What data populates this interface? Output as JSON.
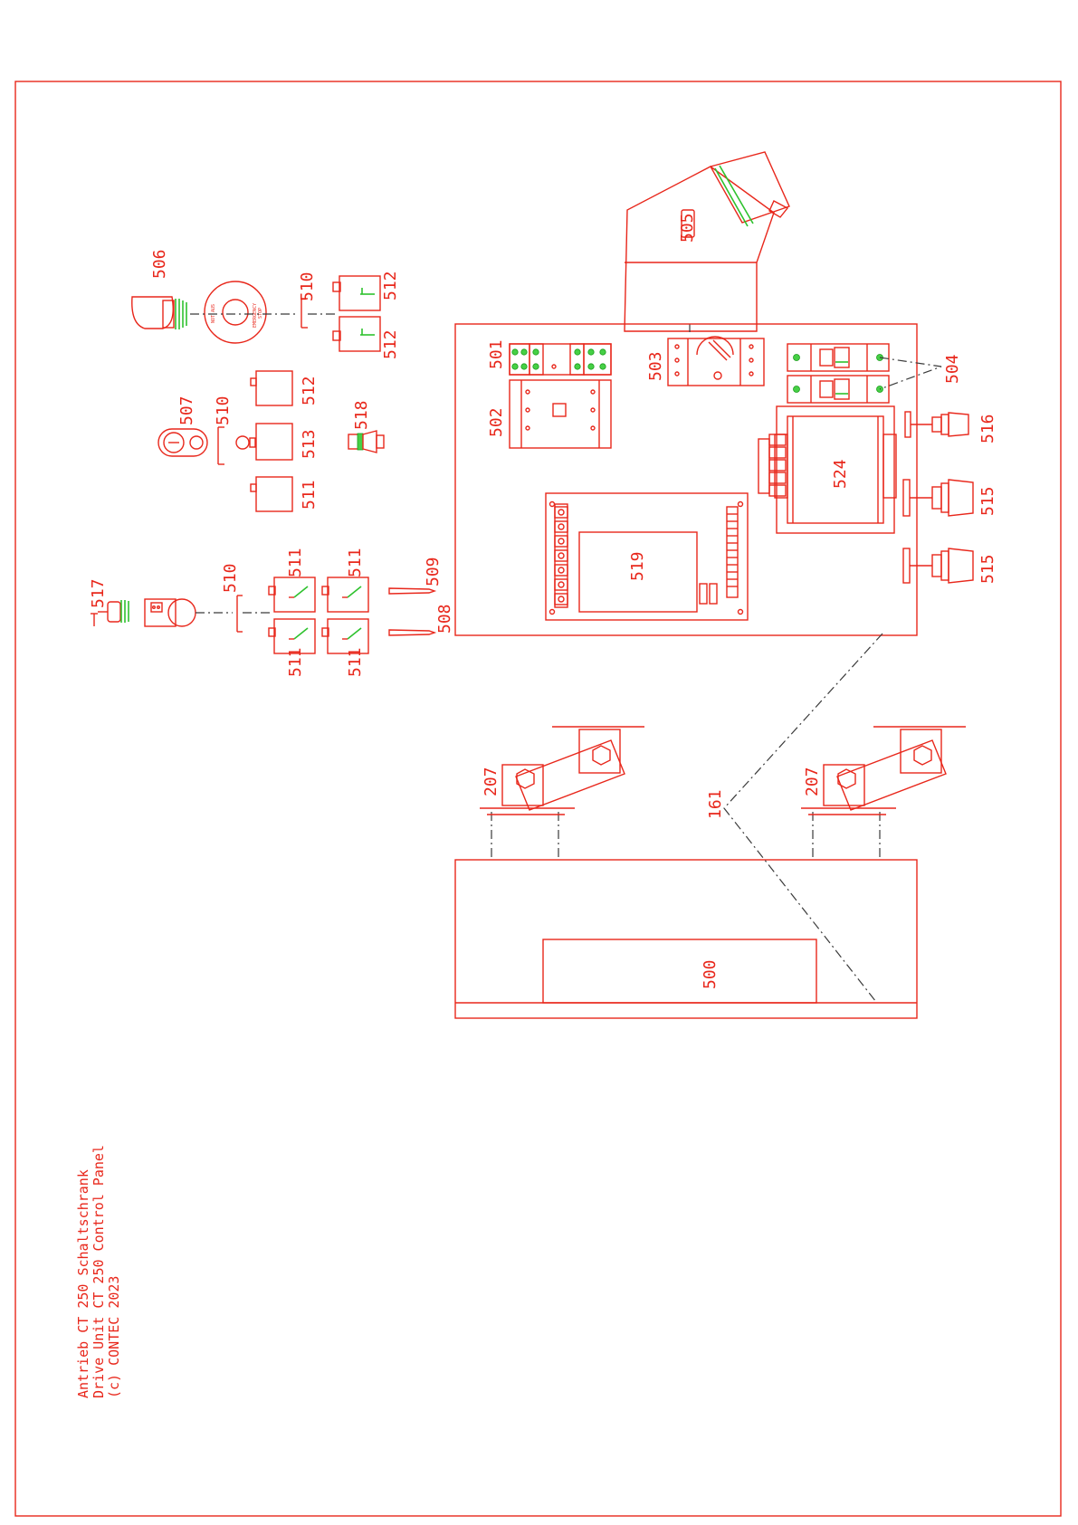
{
  "title_block": {
    "line1": "Antrieb CT 250 Schaltschrank",
    "line2": "Drive Unit CT 250 Control Panel",
    "line3": "(c) CONTEC 2023"
  },
  "estop": {
    "line1": "NOT AUS",
    "line2": "EMERGENCY",
    "line3": "STOP"
  },
  "labels": {
    "l161": "161",
    "l207a": "207",
    "l207b": "207",
    "l500": "500",
    "l501": "501",
    "l502": "502",
    "l503": "503",
    "l504": "504",
    "l505": "505",
    "l506": "506",
    "l507": "507",
    "l508": "508",
    "l509": "509",
    "l510a": "510",
    "l510b": "510",
    "l510c": "510",
    "l511a": "511",
    "l511b": "511",
    "l511c": "511",
    "l511d": "511",
    "l511e": "511",
    "l512a": "512",
    "l512b": "512",
    "l512c": "512",
    "l513": "513",
    "l515a": "515",
    "l515b": "515",
    "l516": "516",
    "l517": "517",
    "l518": "518",
    "l519": "519",
    "l524": "524"
  },
  "colors": {
    "line": "#e8271b",
    "accent": "#2ec22e",
    "leader": "#3a3a3a"
  }
}
